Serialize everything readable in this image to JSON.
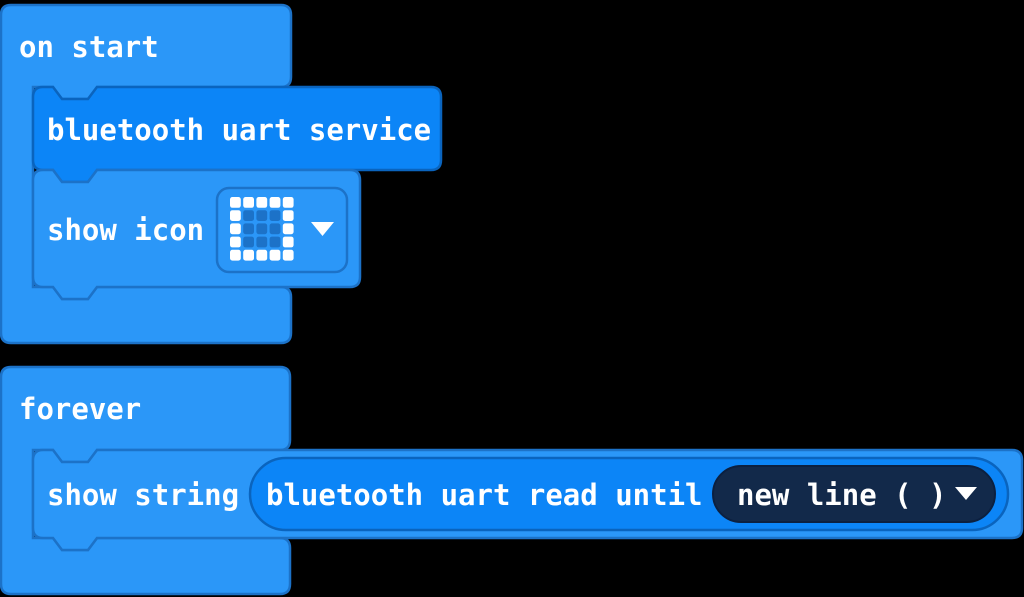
{
  "canvas": {
    "background": "#000000"
  },
  "colors": {
    "basic_fill": "#2B97F8",
    "basic_stroke": "#1C72C8",
    "bluetooth_fill": "#0C85F7",
    "bluetooth_stroke": "#0A64BE",
    "dropdown_fill": "#12294A",
    "dropdown_stroke": "#0C2040",
    "led_on": "#FFFFFF",
    "led_off": "#1C72C8",
    "text": "#FFFFFF",
    "chevron": "#FFFFFF"
  },
  "blocks": {
    "on_start": {
      "label": "on start"
    },
    "bluetooth_uart_service": {
      "label": "bluetooth uart service"
    },
    "show_icon": {
      "label": "show icon",
      "icon_name": "square-icon",
      "icon_grid": [
        [
          1,
          1,
          1,
          1,
          1
        ],
        [
          1,
          0,
          0,
          0,
          1
        ],
        [
          1,
          0,
          0,
          0,
          1
        ],
        [
          1,
          0,
          0,
          0,
          1
        ],
        [
          1,
          1,
          1,
          1,
          1
        ]
      ]
    },
    "forever": {
      "label": "forever"
    },
    "show_string": {
      "label": "show string"
    },
    "bluetooth_uart_read_until": {
      "label": "bluetooth uart read until"
    },
    "newline_dropdown": {
      "value": "new line ( )"
    }
  }
}
